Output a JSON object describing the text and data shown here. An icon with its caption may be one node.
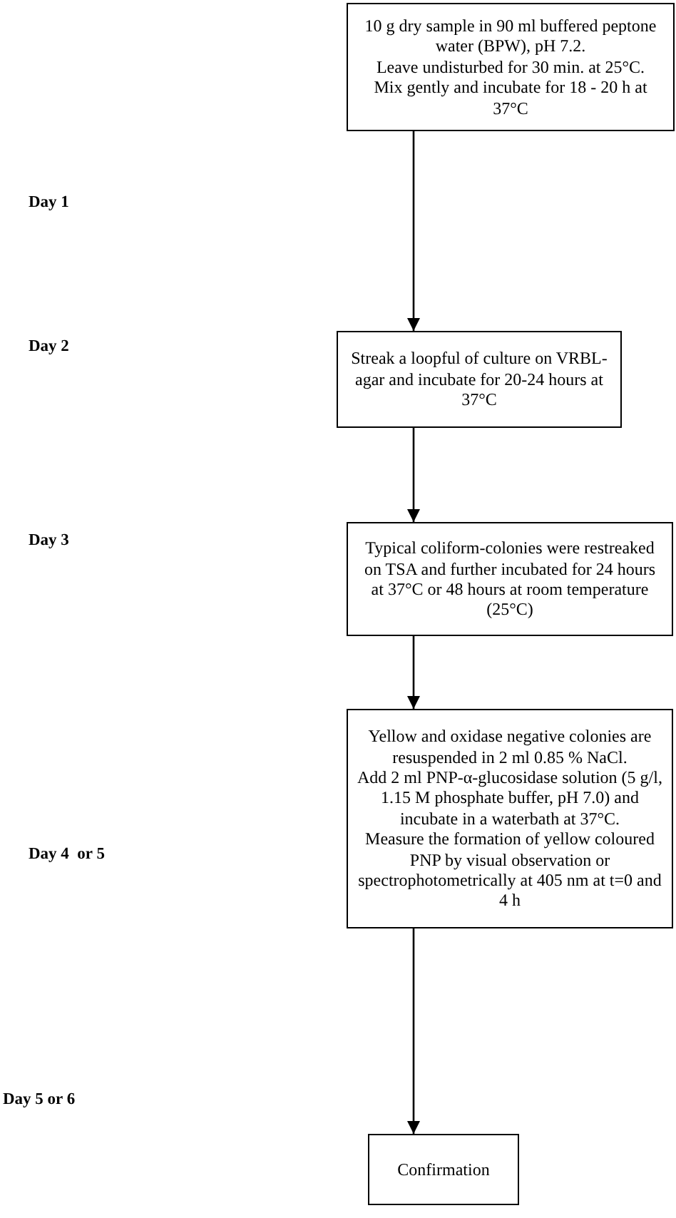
{
  "diagram": {
    "nodes": [
      {
        "text": [
          "10 g dry sample in 90 ml buffered peptone water (BPW), pH 7.2.",
          "Leave undisturbed for 30 min. at 25°C.",
          "Mix gently and incubate for 18 - 20 h at 37°C"
        ]
      },
      {
        "text": [
          "Streak a loopful of culture on VRBL-agar and incubate for 20-24 hours at 37°C"
        ]
      },
      {
        "text": [
          "Typical coliform-colonies were restreaked on TSA and further incubated for 24 hours at 37°C or 48 hours at room temperature (25°C)"
        ]
      },
      {
        "text": [
          "Yellow and oxidase negative colonies are resuspended in 2 ml 0.85 % NaCl.",
          "Add 2 ml PNP-α-glucosidase solution (5 g/l, 1.15 M phosphate buffer, pH 7.0) and incubate in a waterbath at 37°C.",
          "Measure the formation of yellow coloured PNP by visual observation or spectrophotometrically at 405 nm at t=0 and 4 h"
        ]
      },
      {
        "text": [
          "Confirmation"
        ]
      }
    ],
    "edges": [
      {
        "from": 0,
        "to": 1,
        "arrow": "to"
      },
      {
        "from": 1,
        "to": 2,
        "arrow": "to"
      },
      {
        "from": 2,
        "to": 3,
        "arrow": "to"
      },
      {
        "from": 3,
        "to": 4,
        "arrow": "to"
      }
    ],
    "labels": [
      "Day 1",
      "Day 2",
      "Day 3",
      "Day 4  or 5",
      "Day 5 or 6"
    ]
  }
}
